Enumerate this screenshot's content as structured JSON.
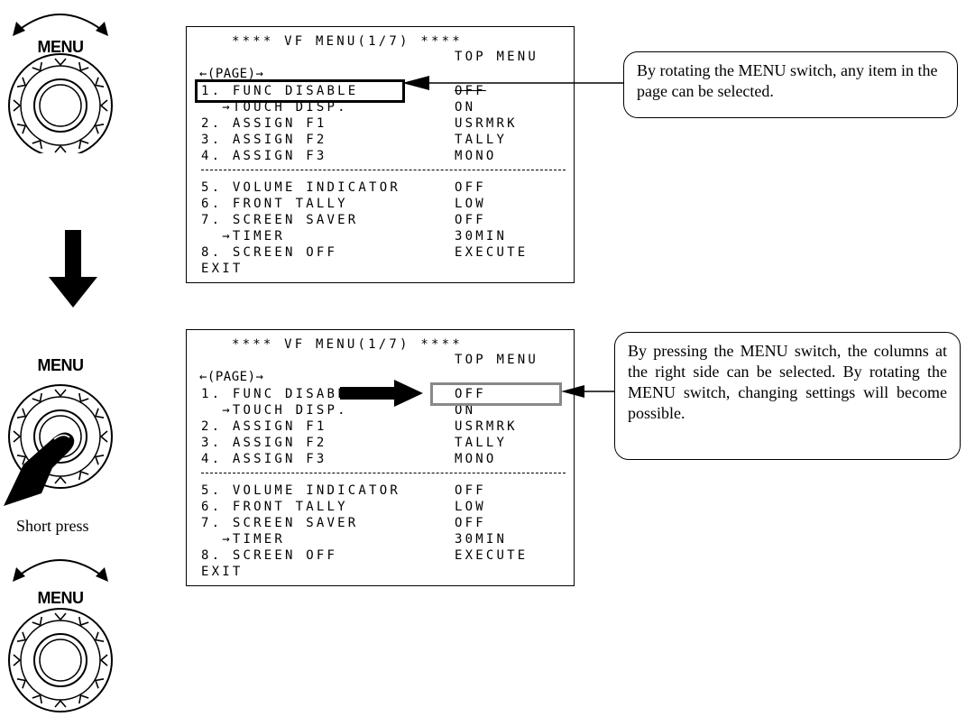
{
  "knobs": {
    "label": "MENU",
    "press_caption": "Short press"
  },
  "menu_screens": [
    {
      "header": "**** VF MENU(1/7) ****",
      "top_menu": "TOP MENU",
      "page_nav": "←(PAGE)→",
      "items": [
        {
          "left": "1. FUNC DISABLE",
          "right": "OFF"
        },
        {
          "left": "  →TOUCH DISP.",
          "right": "ON"
        },
        {
          "left": "2. ASSIGN F1",
          "right": "USRMRK"
        },
        {
          "left": "3. ASSIGN F2",
          "right": "TALLY"
        },
        {
          "left": "4. ASSIGN F3",
          "right": "MONO"
        }
      ],
      "items2": [
        {
          "left": "5. VOLUME INDICATOR",
          "right": "OFF"
        },
        {
          "left": "6. FRONT TALLY",
          "right": "LOW"
        },
        {
          "left": "7. SCREEN SAVER",
          "right": "OFF"
        },
        {
          "left": "  →TIMER",
          "right": "30MIN"
        },
        {
          "left": "8. SCREEN OFF",
          "right": "EXECUTE"
        }
      ],
      "exit": "EXIT"
    },
    {
      "header": "**** VF MENU(1/7) ****",
      "top_menu": "TOP MENU",
      "page_nav": "←(PAGE)→",
      "items": [
        {
          "left": "1. FUNC DISABLE",
          "right": "OFF"
        },
        {
          "left": "  →TOUCH DISP.",
          "right": "ON"
        },
        {
          "left": "2. ASSIGN F1",
          "right": "USRMRK"
        },
        {
          "left": "3. ASSIGN F2",
          "right": "TALLY"
        },
        {
          "left": "4. ASSIGN F3",
          "right": "MONO"
        }
      ],
      "items2": [
        {
          "left": "5. VOLUME INDICATOR",
          "right": "OFF"
        },
        {
          "left": "6. FRONT TALLY",
          "right": "LOW"
        },
        {
          "left": "7. SCREEN SAVER",
          "right": "OFF"
        },
        {
          "left": "  →TIMER",
          "right": "30MIN"
        },
        {
          "left": "8. SCREEN OFF",
          "right": "EXECUTE"
        }
      ],
      "exit": "EXIT"
    }
  ],
  "callouts": {
    "rotate": "By rotating the MENU switch, any item in the page can be selected.",
    "press": "By pressing the MENU switch, the columns at the right side can be selected. By rotating the MENU switch, changing settings will become possible."
  },
  "colors": {
    "line": "#000000",
    "highlight_gray": "#888888"
  }
}
